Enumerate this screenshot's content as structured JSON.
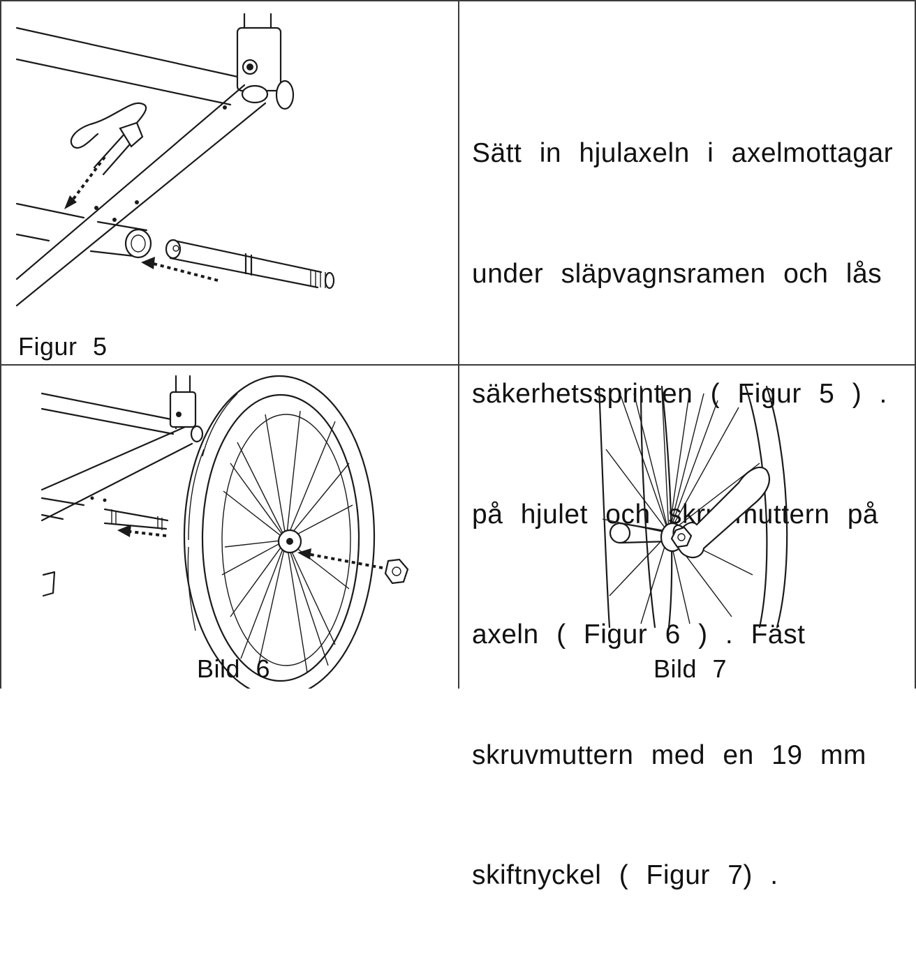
{
  "instructions": {
    "lines": [
      "Sätt in hjulaxeln i axelmottagar",
      "under släpvagnsramen och lås",
      "säkerhetssprinten ( Figur 5 ) .",
      "på hjulet och skruvmuttern på",
      "axeln ( Figur 6 ) . Fäst",
      "skruvmuttern med en 19 mm",
      "skiftnyckel ( Figur 7) ."
    ]
  },
  "figures": {
    "fig5_caption": "Figur 5",
    "fig6_caption": "Bild 6",
    "fig7_caption": "Bild 7"
  },
  "icons": {
    "fig5": "axle-pin-insertion-illustration",
    "fig6": "wheel-nut-illustration",
    "fig7": "wrench-tightening-illustration"
  },
  "colors": {
    "border": "#3a3a3a",
    "text": "#111111",
    "background": "#ffffff"
  }
}
